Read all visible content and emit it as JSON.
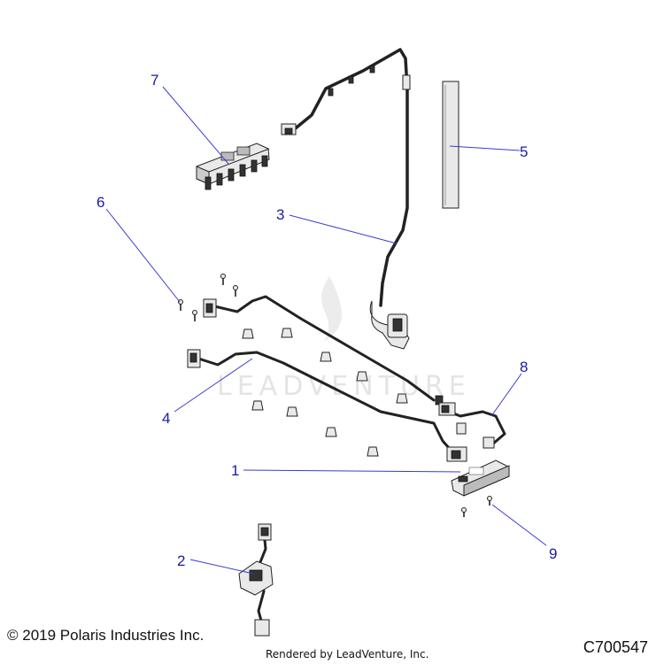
{
  "callouts": [
    {
      "id": "1",
      "label": "1"
    },
    {
      "id": "2",
      "label": "2"
    },
    {
      "id": "3",
      "label": "3"
    },
    {
      "id": "4",
      "label": "4"
    },
    {
      "id": "5",
      "label": "5"
    },
    {
      "id": "6",
      "label": "6"
    },
    {
      "id": "7",
      "label": "7"
    },
    {
      "id": "8",
      "label": "8"
    },
    {
      "id": "9",
      "label": "9"
    }
  ],
  "watermark": "LEADVENTURE",
  "footer": {
    "copyright": "© 2019 Polaris Industries Inc.",
    "rendered_by": "Rendered by LeadVenture, Inc.",
    "diagram_code": "C700547"
  },
  "colors": {
    "callout": "#1a1aa6",
    "leader": "#3a3ad0",
    "part_stroke": "#222222",
    "watermark": "#e4e4e4"
  }
}
